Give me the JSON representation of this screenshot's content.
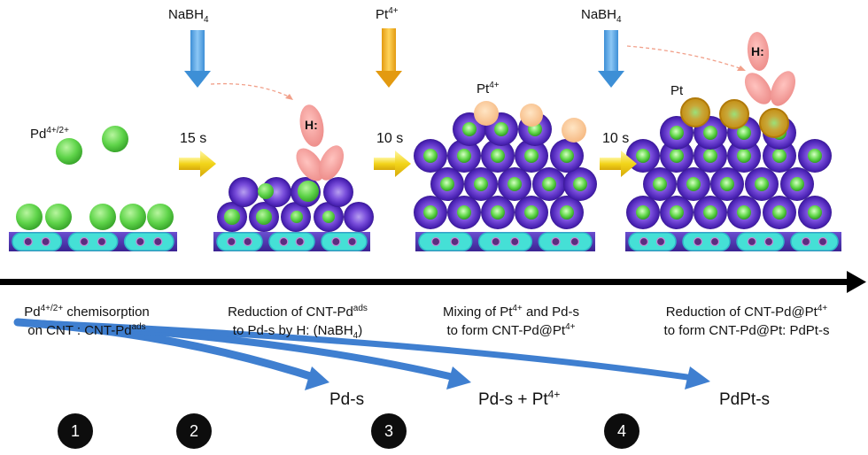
{
  "colors": {
    "nabh4_arrow": "#56a7e6",
    "pt_arrow": "#f2b01f",
    "time_arrow": "#f2d41a",
    "pd_green": "#5fd44a",
    "pd_s_purple": "#6b3fd1",
    "pt_orange": "#f8c48c",
    "pt_shell_gold": "#d9a21c",
    "hydride_pink": "#f4a0a0",
    "cnt_cyan": "#45e0d6",
    "cnt_base": "#4b2fa6",
    "timeline": "#000000",
    "flow_arrow": "#3f7fd0",
    "step_badge": "#0d0d0d"
  },
  "reagents": {
    "nabh4_1": {
      "main": "NaBH",
      "sub": "4"
    },
    "pt4_top": {
      "main": "Pt",
      "sup": "4+"
    },
    "nabh4_2": {
      "main": "NaBH",
      "sub": "4"
    }
  },
  "labels": {
    "pd_ion": {
      "main": "Pd",
      "sup": "4+/2+"
    },
    "hydride_1": "H:",
    "pt4_cluster": {
      "main": "Pt",
      "sup": "4+"
    },
    "pt_cluster": "Pt",
    "hydride_2": "H:"
  },
  "times": [
    "15 s",
    "10 s",
    "10 s"
  ],
  "captions": [
    {
      "l1a": "Pd",
      "l1sup": "4+/2+",
      "l1b": " chemisorption",
      "l2a": "on CNT : CNT-Pd",
      "l2sup": "ads",
      "l2b": ""
    },
    {
      "l1a": "Reduction of CNT-Pd",
      "l1sup": "ads",
      "l1b": "",
      "l2a": "to Pd-s by H: (NaBH",
      "l2sub": "4",
      "l2b": ")"
    },
    {
      "l1a": "Mixing of Pt",
      "l1sup": "4+",
      "l1b": " and Pd-s",
      "l2a": "to form CNT-Pd@Pt",
      "l2sup": "4+",
      "l2b": ""
    },
    {
      "l1a": "Reduction of CNT-Pd@Pt",
      "l1sup": "4+",
      "l1b": "",
      "l2a": "to form CNT-Pd@Pt: PdPt-s",
      "l2sup": "",
      "l2b": ""
    }
  ],
  "products": {
    "p1": "Pd-s",
    "p2": {
      "main": "Pd-s + Pt",
      "sup": "4+"
    },
    "p3": "PdPt-s"
  },
  "steps": [
    "1",
    "2",
    "3",
    "4"
  ]
}
